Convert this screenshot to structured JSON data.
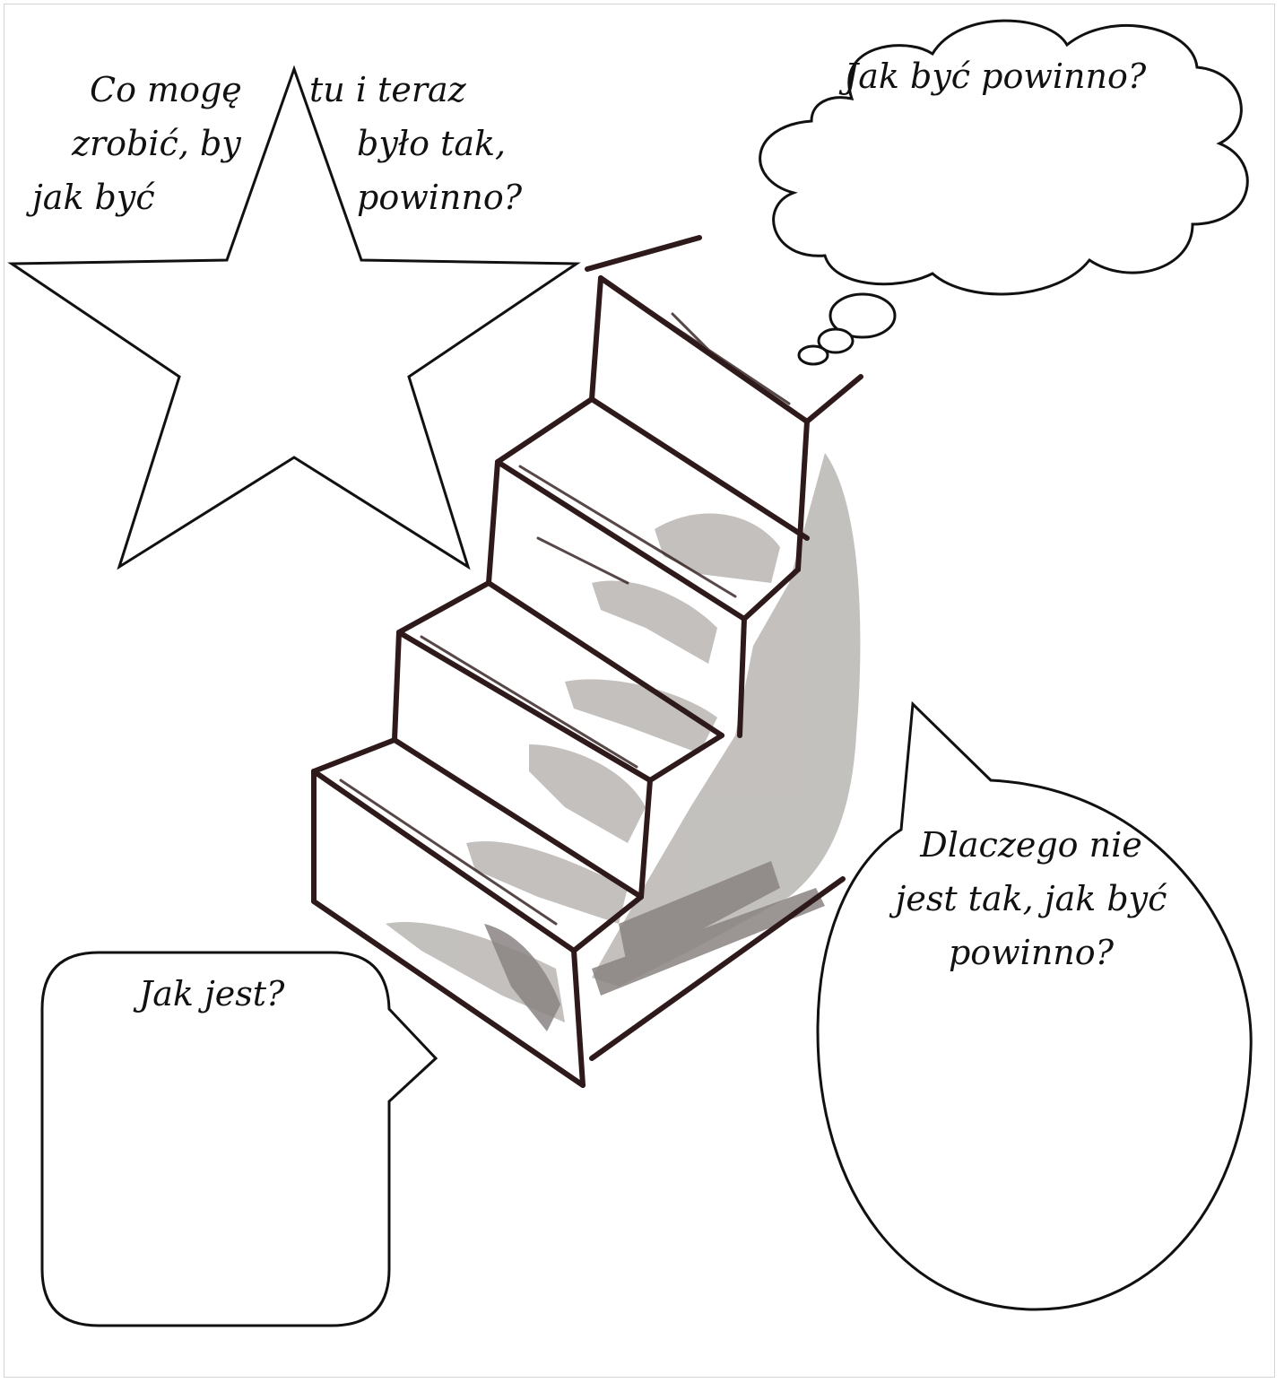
{
  "colors": {
    "outline": "#111111",
    "stair_ink": "#2e1a1a",
    "shadow_light": "#b9b6b3",
    "shadow_dark": "#8a8482",
    "background": "#ffffff"
  },
  "star": {
    "icon": "star-shape",
    "lines_left": [
      "Co mogę",
      "zrobić, by",
      "jak być"
    ],
    "lines_right": [
      "tu i teraz",
      "było tak,",
      "powinno?"
    ]
  },
  "cloud": {
    "icon": "thought-cloud-shape",
    "text": "Jak być powinno?"
  },
  "stairs": {
    "icon": "staircase-sketch"
  },
  "oval": {
    "icon": "oval-speech-bubble",
    "lines": [
      "Dlaczego nie",
      "jest tak, jak być",
      "powinno?"
    ]
  },
  "box": {
    "icon": "rounded-speech-bubble",
    "text": "Jak jest?"
  }
}
